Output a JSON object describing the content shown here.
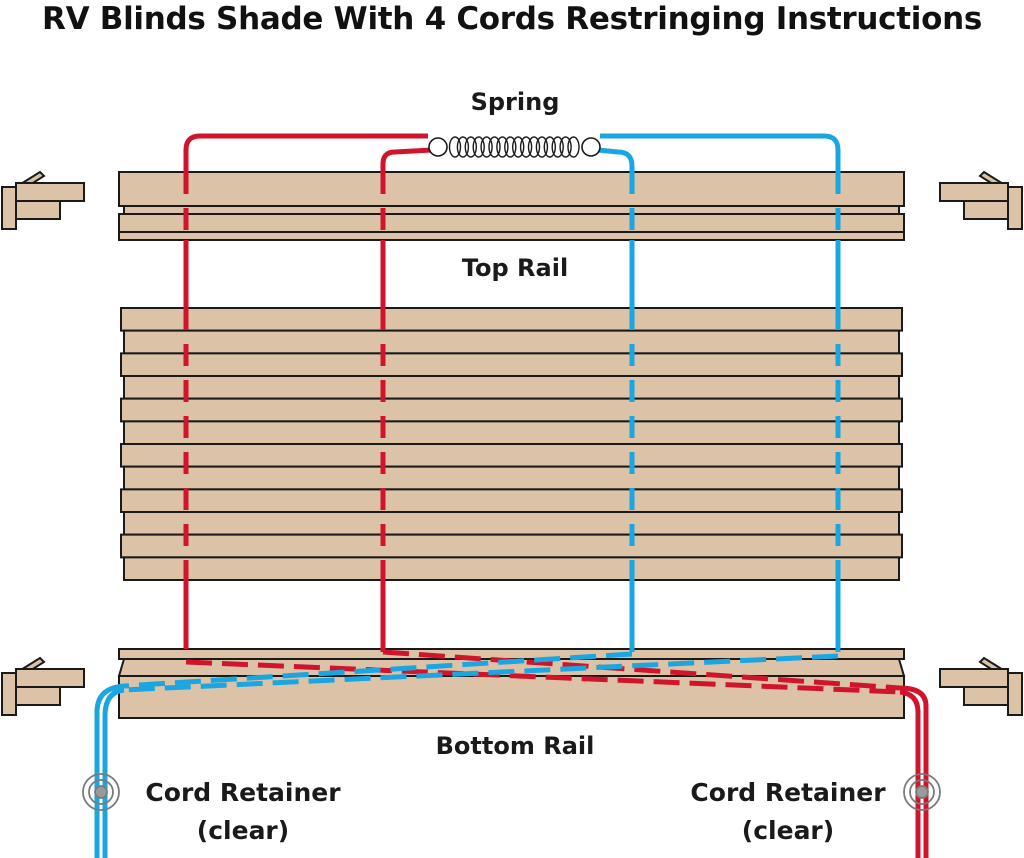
{
  "title": "RV Blinds Shade With 4 Cords Restringing Instructions",
  "labels": {
    "spring": "Spring",
    "top_rail": "Top Rail",
    "bottom_rail": "Bottom Rail",
    "cord_retainer_left_line1": "Cord Retainer",
    "cord_retainer_left_line2": "(clear)",
    "cord_retainer_right_line1": "Cord Retainer",
    "cord_retainer_right_line2": "(clear)"
  },
  "colors": {
    "shade": "#dcc3a8",
    "outline": "#1a1a1a",
    "red_cord": "#d0142c",
    "blue_cord": "#1aa6e0",
    "bracket": "#dcc3a8"
  },
  "shade": {
    "pleat_count": 12,
    "cord_count": 4
  }
}
